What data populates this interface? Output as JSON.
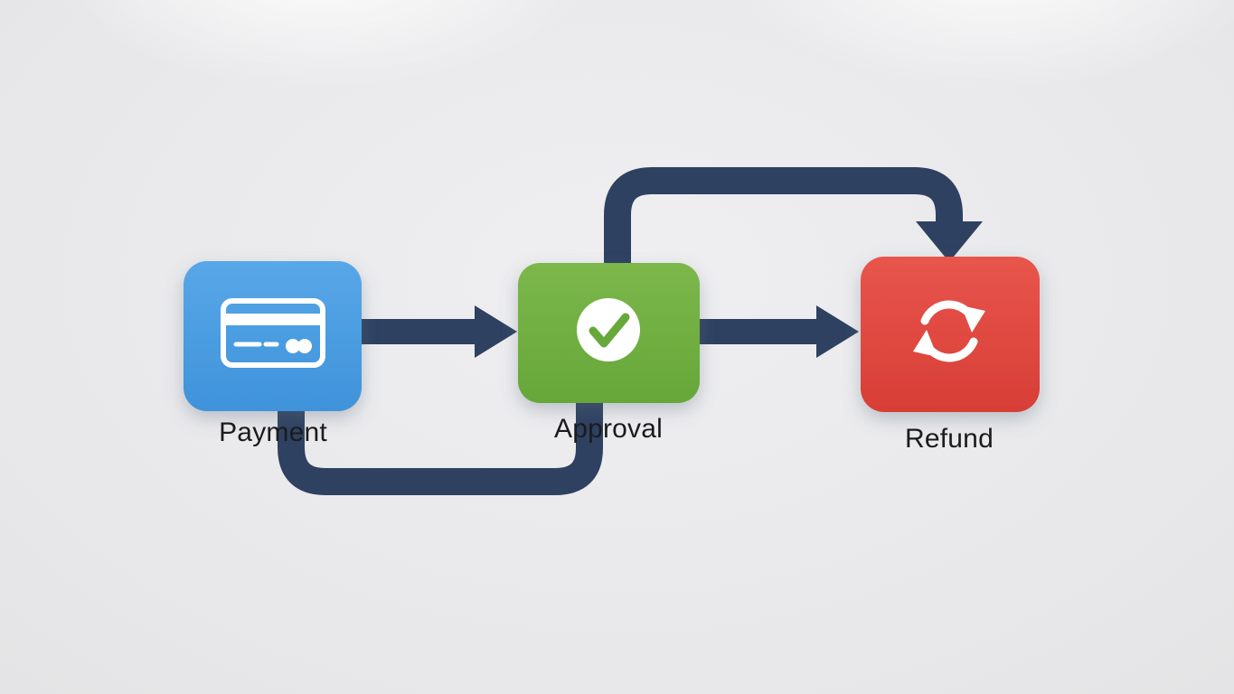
{
  "background": {
    "base_color": "#e8e8ea"
  },
  "diagram": {
    "arrow_color": "#2e4161",
    "label_color": "#1b1b1d",
    "icon_color": "#ffffff",
    "nodes": [
      {
        "id": "payment",
        "label": "Payment",
        "icon": "credit-card-icon",
        "color": "#58a7e8",
        "color_dark": "#3f93da"
      },
      {
        "id": "approval",
        "label": "Approval",
        "icon": "check-icon",
        "color": "#7cb74b",
        "color_dark": "#66a739",
        "icon_check_color": "#67a83a"
      },
      {
        "id": "refund",
        "label": "Refund",
        "icon": "refresh-icon",
        "color": "#e8554c",
        "color_dark": "#d73e36"
      }
    ],
    "edges": [
      {
        "from": "Payment",
        "to": "Approval",
        "style": "straight-arrow"
      },
      {
        "from": "Approval",
        "to": "Refund",
        "style": "straight-arrow"
      },
      {
        "from": "Approval",
        "to": "Refund",
        "style": "loop-over-top-arrow"
      },
      {
        "from": "Approval",
        "to": "Payment",
        "style": "loop-under-bottom"
      }
    ]
  }
}
